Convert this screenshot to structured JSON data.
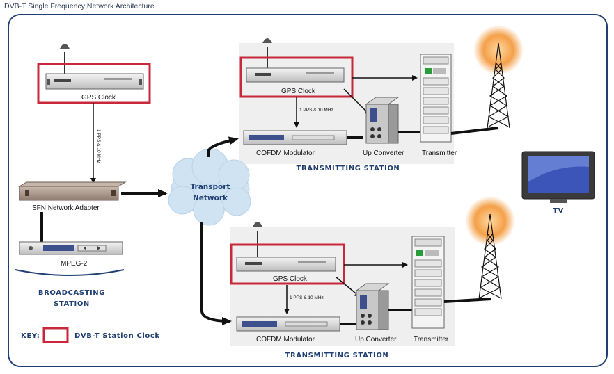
{
  "title": "DVB-T Single Frequency Network Architecture",
  "labels": {
    "gps_clock": "GPS Clock",
    "pps": "1 PPS & 10 MHz",
    "sfn_adapter": "SFN Network Adapter",
    "mpeg2": "MPEG-2",
    "broadcasting_station_1": "BROADCASTING",
    "broadcasting_station_2": "STATION",
    "transport_1": "Transport",
    "transport_2": "Network",
    "cofdm": "COFDM Modulator",
    "up_converter": "Up Converter",
    "transmitter": "Transmitter",
    "transmitting_station": "TRANSMITTING STATION",
    "tv": "TV",
    "key": "KEY:",
    "key_desc": "DVB-T Station Clock"
  },
  "colors": {
    "frame": "#1f3f72",
    "highlight": "#c8283a",
    "station_bg": "#efefef",
    "cloud": "#cfe3f3",
    "tower_glow": "#f4a04a"
  }
}
